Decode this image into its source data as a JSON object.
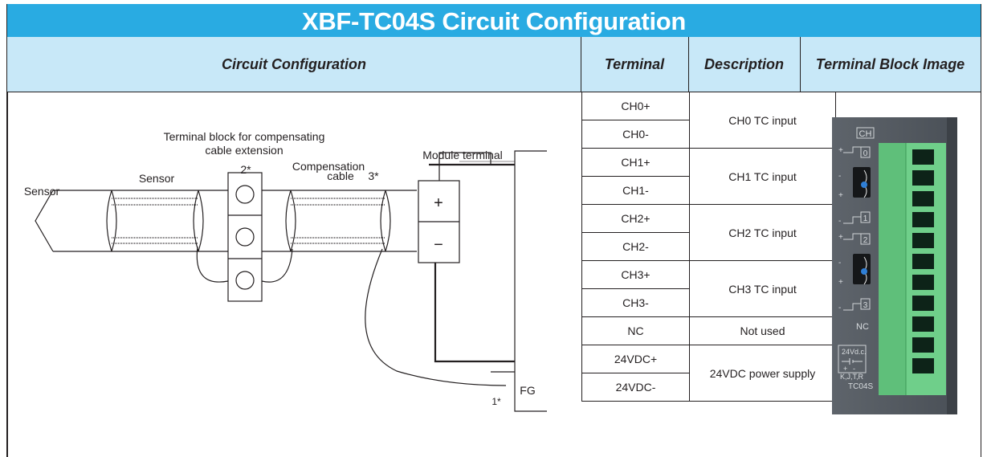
{
  "title": "XBF-TC04S Circuit Configuration",
  "headers": {
    "circuit": "Circuit Configuration",
    "terminal": "Terminal",
    "description": "Description",
    "image": "Terminal Block Image"
  },
  "terminals": [
    {
      "terminal": "CH0+",
      "description": "CH0 TC input"
    },
    {
      "terminal": "CH0-"
    },
    {
      "terminal": "CH1+",
      "description": "CH1 TC input"
    },
    {
      "terminal": "CH1-"
    },
    {
      "terminal": "CH2+",
      "description": "CH2 TC input"
    },
    {
      "terminal": "CH2-"
    },
    {
      "terminal": "CH3+",
      "description": "CH3 TC input"
    },
    {
      "terminal": "CH3-"
    },
    {
      "terminal": "NC",
      "description": "Not used"
    },
    {
      "terminal": "24VDC+",
      "description": "24VDC power supply"
    },
    {
      "terminal": "24VDC-"
    }
  ],
  "diagram": {
    "sensor_left": "Sensor",
    "sensor_right": "Sensor",
    "terminal_block_line1": "Terminal block for compensating",
    "terminal_block_line2": "cable extension",
    "note2": "2*",
    "compensation_line1": "Compensation",
    "compensation_line2": "cable",
    "note3": "3*",
    "module_terminal": "Module terminal",
    "plus": "+",
    "minus": "−",
    "fg": "FG",
    "note1": "1*"
  },
  "block_image": {
    "ch": "CH",
    "channels": [
      "0",
      "1",
      "2",
      "3"
    ],
    "nc": "NC",
    "power": "24Vd.c.",
    "plus": "+",
    "minus": "-",
    "types": "K,J,T,R",
    "model": "TC04S"
  }
}
